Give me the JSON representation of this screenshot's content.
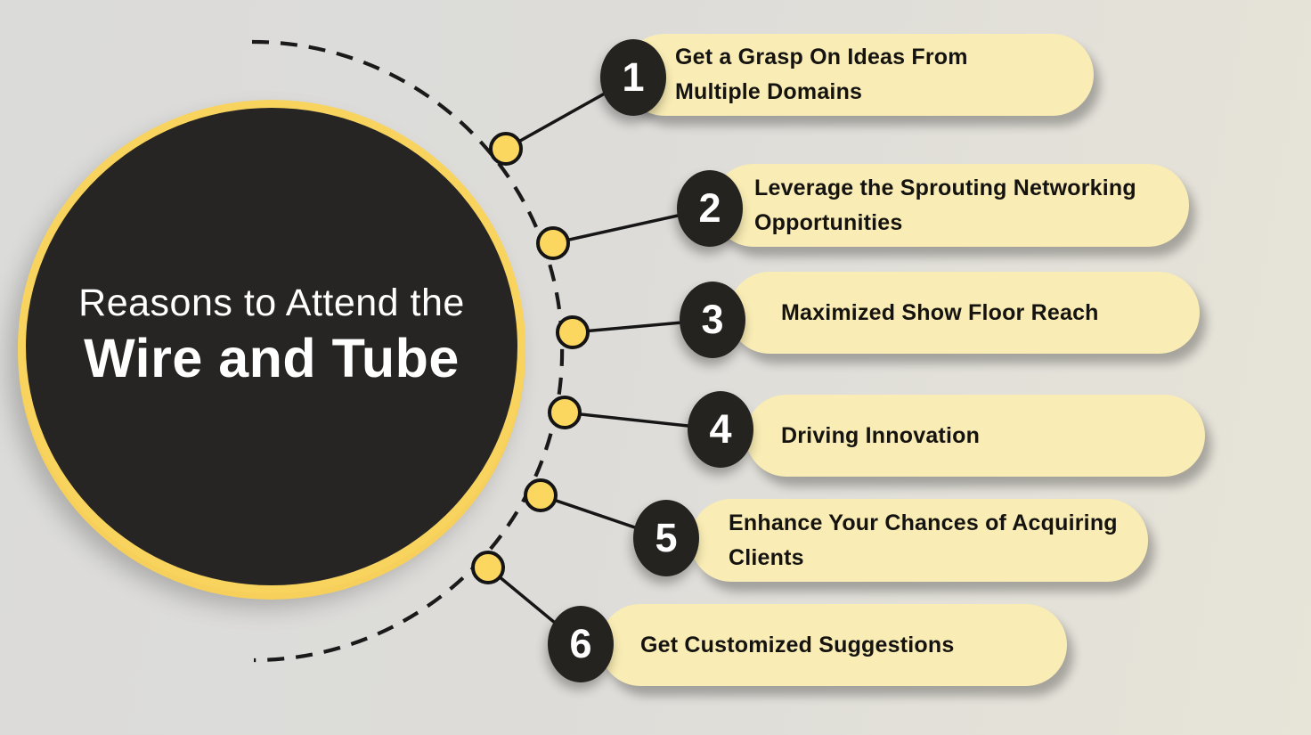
{
  "title": {
    "line1": "Reasons to Attend the",
    "line2": "Wire and Tube"
  },
  "items": [
    {
      "number": "1",
      "label": "Get a Grasp On Ideas From\nMultiple Domains"
    },
    {
      "number": "2",
      "label": "Leverage the Sprouting Networking\nOpportunities"
    },
    {
      "number": "3",
      "label": "Maximized Show Floor Reach"
    },
    {
      "number": "4",
      "label": "Driving Innovation"
    },
    {
      "number": "5",
      "label": "Enhance Your Chances of Acquiring\nClients"
    },
    {
      "number": "6",
      "label": "Get Customized Suggestions"
    }
  ],
  "colors": {
    "background_left": "#dbdbda",
    "background_right": "#e7e4d8",
    "center_circle_fill": "#272523",
    "accent_yellow_ring": "#f8d45f",
    "dot_yellow": "#fbd75f",
    "pill_yellow": "#f9ecb4",
    "number_bubble": "#252320",
    "line_black": "#161616",
    "text_white": "#ffffff",
    "text_dark": "#151310"
  }
}
